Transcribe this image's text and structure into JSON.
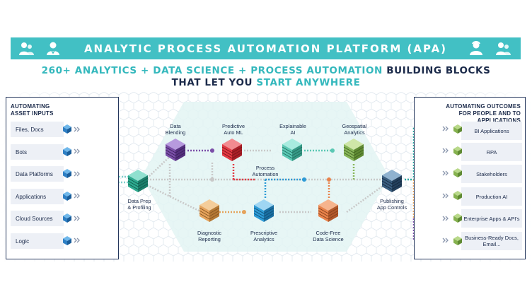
{
  "banner": {
    "title": "ANALYTIC PROCESS AUTOMATION PLATFORM (APA)"
  },
  "subtitle": {
    "line1_teal": "260+ ANALYTICS + DATA SCIENCE + PROCESS AUTOMATION",
    "line1_navy": " BUILDING BLOCKS",
    "line2_navy": "THAT LET YOU ",
    "line2_teal": "START ANYWHERE"
  },
  "left_panel": {
    "title_line1": "AUTOMATING",
    "title_line2": "ASSET INPUTS",
    "items": [
      "Files, Docs",
      "Bots",
      "Data Platforms",
      "Applications",
      "Cloud Sources",
      "Logic"
    ]
  },
  "right_panel": {
    "title_line1": "AUTOMATING OUTCOMES",
    "title_line2": "FOR PEOPLE AND TO APPLICATIONS",
    "items": [
      "BI Applications",
      "RPA",
      "Stakeholders",
      "Production AI",
      "Enterprise Apps & API's",
      "Business-Ready Docs, Email..."
    ]
  },
  "nodes": {
    "data_prep": {
      "l1": "Data Prep",
      "l2": "& Profiling"
    },
    "data_blending": {
      "l1": "Data",
      "l2": "Blending"
    },
    "predictive": {
      "l1": "Predictive",
      "l2": "Auto ML"
    },
    "explainable": {
      "l1": "Explainable",
      "l2": "AI"
    },
    "geospatial": {
      "l1": "Geospatial",
      "l2": "Analytics"
    },
    "process_automation": {
      "l1": "Process",
      "l2": "Automation"
    },
    "diagnostic": {
      "l1": "Diagnostic",
      "l2": "Reporting"
    },
    "prescriptive": {
      "l1": "Prescriptive",
      "l2": "Analytics"
    },
    "code_free": {
      "l1": "Code-Free",
      "l2": "Data Science"
    },
    "publishing": {
      "l1": "Publishing",
      "l2": "App Controls"
    }
  },
  "colors": {
    "teal": "#42c0c4",
    "navy": "#1b2a4a",
    "purple": "#7b4fa8",
    "red": "#e23a43",
    "mint": "#5bc8b4",
    "green": "#88b65a",
    "orange": "#e8824a",
    "sand": "#e5a35c",
    "blue": "#2e9bd6",
    "slate": "#3a5f80",
    "darkgreen": "#1f9a8a"
  },
  "icons": [
    "person-group-icon",
    "cube-icon",
    "chevron-right-icon"
  ]
}
